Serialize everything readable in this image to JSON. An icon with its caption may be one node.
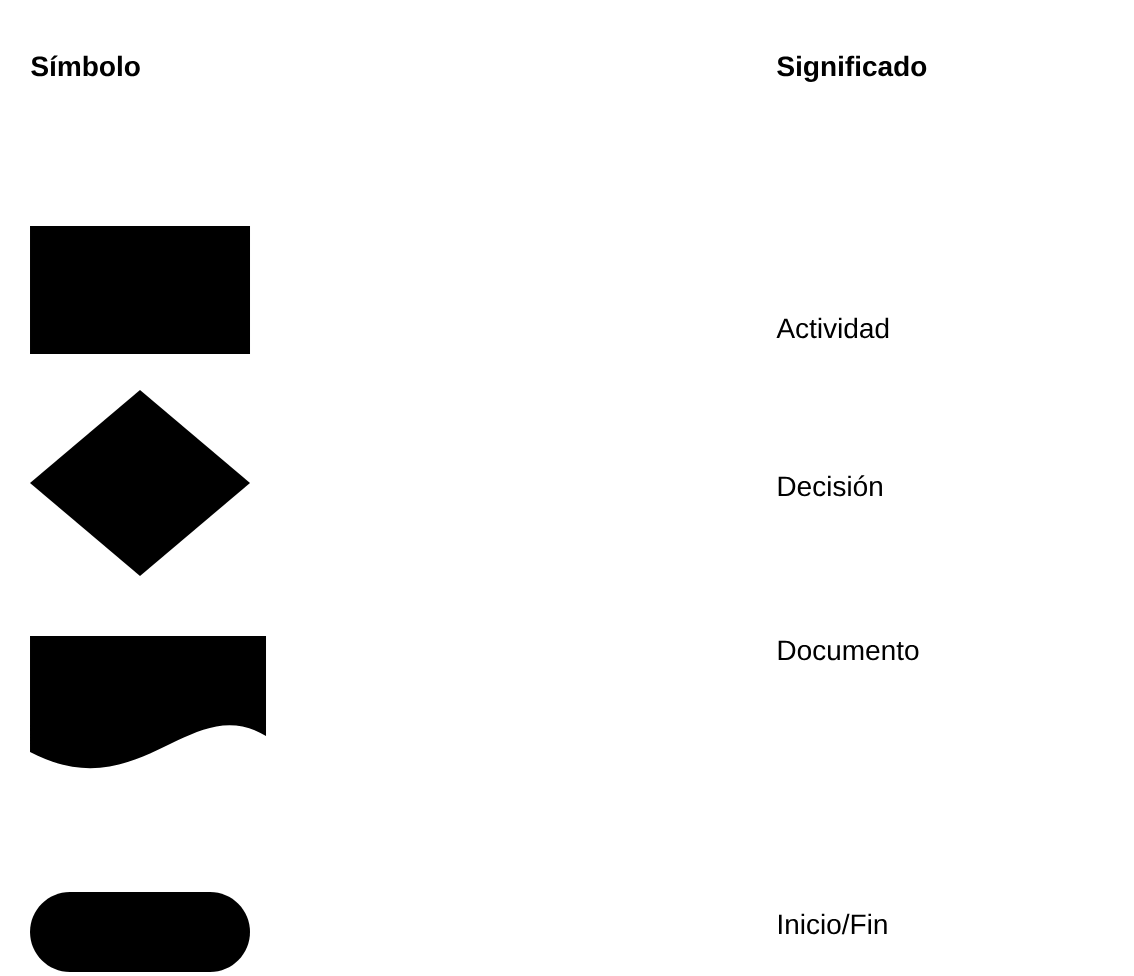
{
  "diagram": {
    "nodes": [
      {
        "text": [],
        "shape": "box"
      },
      {
        "text": [],
        "shape": "diamond"
      },
      {
        "text": [],
        "shape": "document"
      },
      {
        "text": [],
        "shape": "pill"
      }
    ],
    "labels": [
      "Símbolo",
      "Significado",
      "Actividad",
      "Decisión",
      "Documento",
      "Inicio/Fin"
    ]
  }
}
